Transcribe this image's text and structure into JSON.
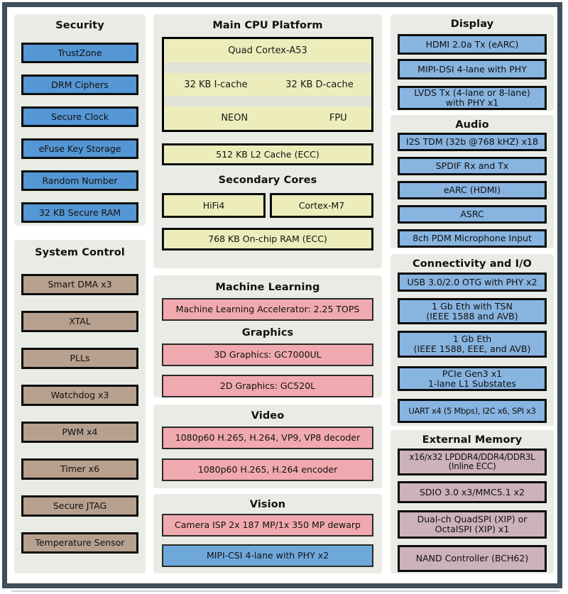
{
  "security": {
    "title": "Security",
    "items": [
      "TrustZone",
      "DRM Ciphers",
      "Secure Clock",
      "eFuse Key Storage",
      "Random Number",
      "32 KB Secure RAM"
    ]
  },
  "system_control": {
    "title": "System Control",
    "items": [
      "Smart DMA x3",
      "XTAL",
      "PLLs",
      "Watchdog x3",
      "PWM x4",
      "Timer x6",
      "Secure JTAG",
      "Temperature Sensor"
    ]
  },
  "main_cpu": {
    "title": "Main CPU Platform",
    "cluster": "Quad Cortex-A53",
    "icache": "32 KB I-cache",
    "dcache": "32 KB D-cache",
    "neon": "NEON",
    "fpu": "FPU",
    "l2": "512 KB L2 Cache (ECC)",
    "secondary_title": "Secondary Cores",
    "hifi4": "HiFi4",
    "cortex_m7": "Cortex-M7",
    "ocram": "768 KB On-chip RAM (ECC)"
  },
  "machine_learning": {
    "title": "Machine Learning",
    "items": [
      "Machine Learning Accelerator: 2.25 TOPS"
    ]
  },
  "graphics": {
    "title": "Graphics",
    "items": [
      "3D Graphics: GC7000UL",
      "2D Graphics: GC520L"
    ]
  },
  "video": {
    "title": "Video",
    "items": [
      "1080p60 H.265, H.264, VP9, VP8 decoder",
      "1080p60 H.265, H.264 encoder"
    ]
  },
  "vision": {
    "title": "Vision",
    "items": [
      "Camera ISP 2x 187 MP/1x 350 MP dewarp",
      "MIPI-CSI 4-lane with PHY x2"
    ]
  },
  "display": {
    "title": "Display",
    "items": [
      "HDMI 2.0a Tx (eARC)",
      "MIPI-DSI 4-lane with PHY",
      "LVDS Tx (4-lane or 8-lane)\nwith PHY x1"
    ]
  },
  "audio": {
    "title": "Audio",
    "items": [
      "I2S TDM (32b @768 kHZ) x18",
      "SPDIF Rx and Tx",
      "eARC (HDMI)",
      "ASRC",
      "8ch PDM Microphone Input"
    ]
  },
  "connectivity": {
    "title": "Connectivity and I/O",
    "items": [
      "USB 3.0/2.0 OTG with PHY x2",
      "1 Gb Eth with TSN\n(IEEE 1588 and AVB)",
      "1 Gb Eth\n(IEEE 1588, EEE, and AVB)",
      "PCIe Gen3 x1\n1-lane L1 Substates",
      "UART x4 (5 Mbps), I2C x6, SPI x3"
    ]
  },
  "external_memory": {
    "title": "External Memory",
    "items": [
      "x16/x32 LPDDR4/DDR4/DDR3L\n(Inline ECC)",
      "SDIO 3.0 x3/MMC5.1 x2",
      "Dual-ch QuadSPI (XIP) or\nOctalSPI (XIP) x1",
      "NAND Controller (BCH62)"
    ]
  },
  "colors": {
    "frame_border": "#3e4e5c",
    "panel_background": "#e9ece5",
    "security_blue": "#5596d4",
    "io_blue": "#88b4e0",
    "system_control_tan": "#b7a08e",
    "cpu_yellow": "#ecedbb",
    "media_pink": "#f0a9ae",
    "memory_mauve": "#ccb2b9"
  }
}
